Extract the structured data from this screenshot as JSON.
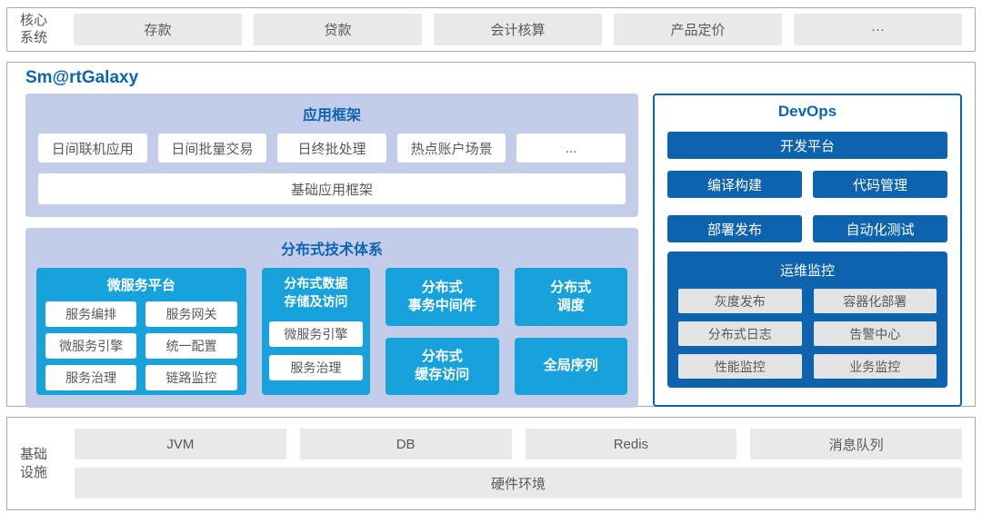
{
  "colors": {
    "accent_blue": "#0d64b5",
    "cyan": "#18a2dc",
    "dark_blue": "#0e63af",
    "section_bg": "#c3cde9",
    "gray_box_bg": "#e9e9e9",
    "gray_text": "#595959",
    "border_gray": "#a9a9a9"
  },
  "top_bar": {
    "label_lines": [
      "核心",
      "系统"
    ],
    "items": [
      "存款",
      "贷款",
      "会计核算",
      "产品定价",
      "···"
    ]
  },
  "main": {
    "title": "Sm@rtGalaxy",
    "app_framework": {
      "title": "应用框架",
      "items": [
        "日间联机应用",
        "日间批量交易",
        "日终批处理",
        "热点账户场景",
        "..."
      ],
      "base": "基础应用框架"
    },
    "distributed": {
      "title": "分布式技术体系",
      "microservice": {
        "title": "微服务平台",
        "items": [
          "服务编排",
          "服务网关",
          "微服务引擎",
          "统一配置",
          "服务治理",
          "链路监控"
        ]
      },
      "data_storage": {
        "title_lines": [
          "分布式数据",
          "存储及访问"
        ],
        "items": [
          "微服务引擎",
          "服务治理"
        ]
      },
      "blocks": [
        {
          "lines": [
            "分布式",
            "事务中间件"
          ]
        },
        {
          "lines": [
            "分布式",
            "调度"
          ]
        },
        {
          "lines": [
            "分布式",
            "缓存访问"
          ]
        },
        {
          "lines": [
            "全局序列"
          ]
        }
      ]
    },
    "devops": {
      "title": "DevOps",
      "dev_platform": "开发平台",
      "tools": [
        "编译构建",
        "代码管理",
        "部署发布",
        "自动化测试"
      ],
      "ops_monitor": {
        "title": "运维监控",
        "items": [
          "灰度发布",
          "容器化部署",
          "分布式日志",
          "告警中心",
          "性能监控",
          "业务监控"
        ]
      }
    }
  },
  "infra": {
    "label_lines": [
      "基础",
      "设施"
    ],
    "items": [
      "JVM",
      "DB",
      "Redis",
      "消息队列"
    ],
    "hardware": "硬件环境"
  }
}
